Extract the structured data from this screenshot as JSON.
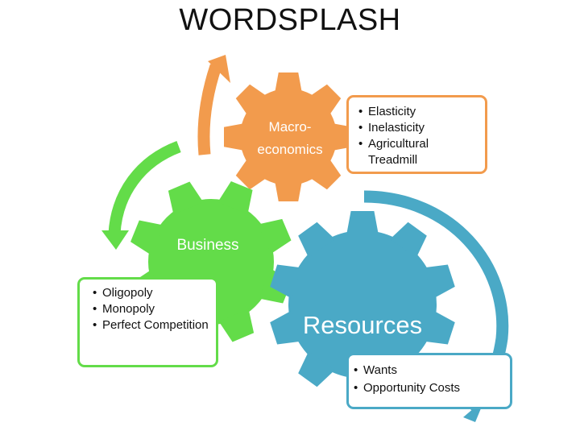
{
  "title": "WORDSPLASH",
  "gears": {
    "macroeconomics": {
      "label_line1": "Macro-",
      "label_line2": "economics",
      "color": "#f29b4d"
    },
    "business": {
      "label": "Business",
      "color": "#63dc49"
    },
    "resources": {
      "label": "Resources",
      "color": "#4aa9c6"
    }
  },
  "callouts": {
    "macroeconomics": [
      "Elasticity",
      "Inelasticity",
      "Agricultural Treadmill"
    ],
    "business": [
      "Oligopoly",
      "Monopoly",
      "Perfect Competition"
    ],
    "resources": [
      "Wants",
      "Opportunity Costs"
    ]
  },
  "icons": [
    "gear-icon",
    "curved-arrow-icon"
  ]
}
